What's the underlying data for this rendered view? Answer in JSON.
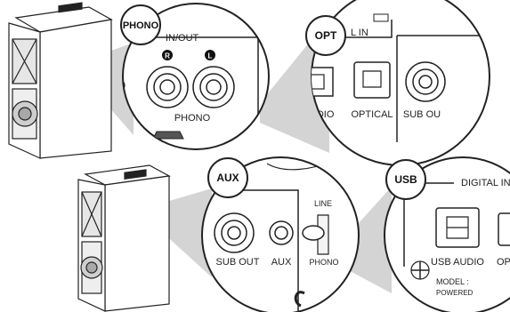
{
  "badges": {
    "phono": "PHONO",
    "opt": "OPT",
    "aux": "AUX",
    "usb": "USB"
  },
  "phono_zoom": {
    "group_label": "IN/OUT",
    "right_marker": "R",
    "left_marker": "L",
    "bottom_label": "PHONO"
  },
  "opt_zoom": {
    "group_label": "L IN",
    "usb_audio_partial": "AUDIO",
    "optical": "OPTICAL",
    "sub_out_partial": "SUB OU"
  },
  "aux_zoom": {
    "sub_out": "SUB OUT",
    "aux": "AUX",
    "line": "LINE",
    "phono": "PHONO"
  },
  "usb_zoom": {
    "group_label": "DIGITAL IN",
    "usb_audio": "USB AUDIO",
    "opt_partial": "OPT",
    "model": "MODEL :",
    "powered": "POWERED"
  }
}
